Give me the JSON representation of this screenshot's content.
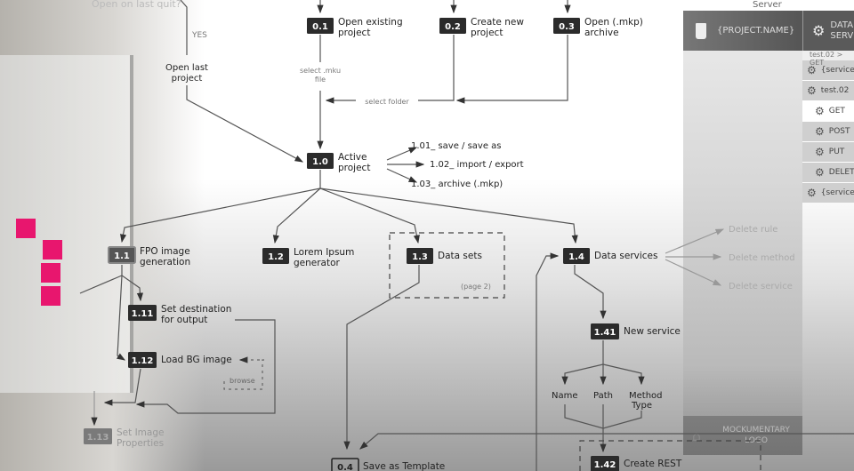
{
  "start": {
    "question": "Open on last quit?",
    "yes": "YES",
    "open_last": [
      "Open last",
      "project"
    ]
  },
  "nodes": {
    "n01": {
      "id": "0.1",
      "label": [
        "Open existing",
        "project"
      ]
    },
    "n02": {
      "id": "0.2",
      "label": [
        "Create new",
        "project"
      ]
    },
    "n03": {
      "id": "0.3",
      "label": [
        "Open (.mkp)",
        "archive"
      ]
    },
    "n10": {
      "id": "1.0",
      "label": [
        "Active",
        "project"
      ]
    },
    "n11": {
      "id": "1.1",
      "label": [
        "FPO image",
        "generation"
      ]
    },
    "n12": {
      "id": "1.2",
      "label": [
        "Lorem Ipsum",
        "generator"
      ]
    },
    "n13": {
      "id": "1.3",
      "label": [
        "Data sets"
      ],
      "note": "(page 2)"
    },
    "n14": {
      "id": "1.4",
      "label": [
        "Data services"
      ]
    },
    "n111": {
      "id": "1.11",
      "label": [
        "Set destination",
        "for output"
      ]
    },
    "n112": {
      "id": "1.12",
      "label": [
        "Load BG image"
      ],
      "note": "browse"
    },
    "n113": {
      "id": "1.13",
      "label": [
        "Set Image",
        "Properties"
      ]
    },
    "n141": {
      "id": "1.41",
      "label": [
        "New service"
      ]
    },
    "n142": {
      "id": "1.42",
      "label": [
        "Create REST"
      ]
    },
    "n04": {
      "id": "0.4",
      "label": [
        "Save as Template"
      ]
    }
  },
  "edges": {
    "select_mku": [
      "select .mku",
      "file"
    ],
    "select_folder": "select folder"
  },
  "active_actions": [
    "1.01_ save / save as",
    "1.02_ import / export",
    "1.03_ archive (.mkp)"
  ],
  "service_actions": [
    "Delete rule",
    "Delete method",
    "Delete service"
  ],
  "service_fields": {
    "name": "Name",
    "path": "Path",
    "method": [
      "Method",
      "Type"
    ]
  },
  "app": {
    "server_label": "Server",
    "project_name": "{PROJECT.NAME}",
    "data_services": [
      "DATA",
      "SERV"
    ],
    "breadcrumb": "test.02 > GET",
    "services": [
      "{service.name}",
      "test.02",
      "GET",
      "POST",
      "PUT",
      "DELETE",
      "{service.name}"
    ],
    "active_service": "GET",
    "logo": [
      "MOCKUMENTARY",
      "LOGO"
    ],
    "icons": {
      "project": "cup-icon",
      "services": "gears-icon",
      "service": "gear-icon",
      "home": "home-icon"
    }
  },
  "colors": {
    "node": "#2b2b2b",
    "line": "#555555",
    "faded": "#9a9a9a"
  }
}
